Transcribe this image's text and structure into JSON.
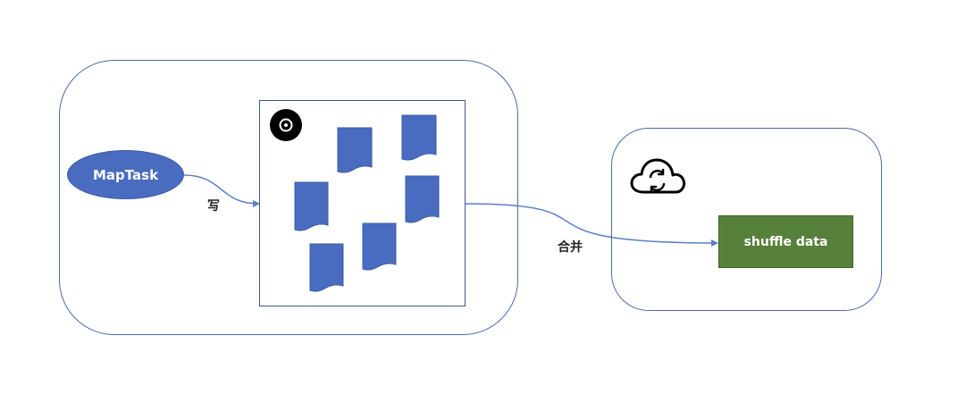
{
  "nodes": {
    "maptask_label": "MapTask",
    "shuffle_label": "shuffle data"
  },
  "edges": {
    "write_label": "写",
    "merge_label": "合并"
  },
  "colors": {
    "container_border": "#4a6aa8",
    "file_fill": "#4a6cc0",
    "maptask_fill": "#4a6cc0",
    "shuffle_fill": "#57803b",
    "arrow": "#5b7ec4"
  },
  "icons": [
    "disk-icon",
    "cloud-sync-icon"
  ]
}
